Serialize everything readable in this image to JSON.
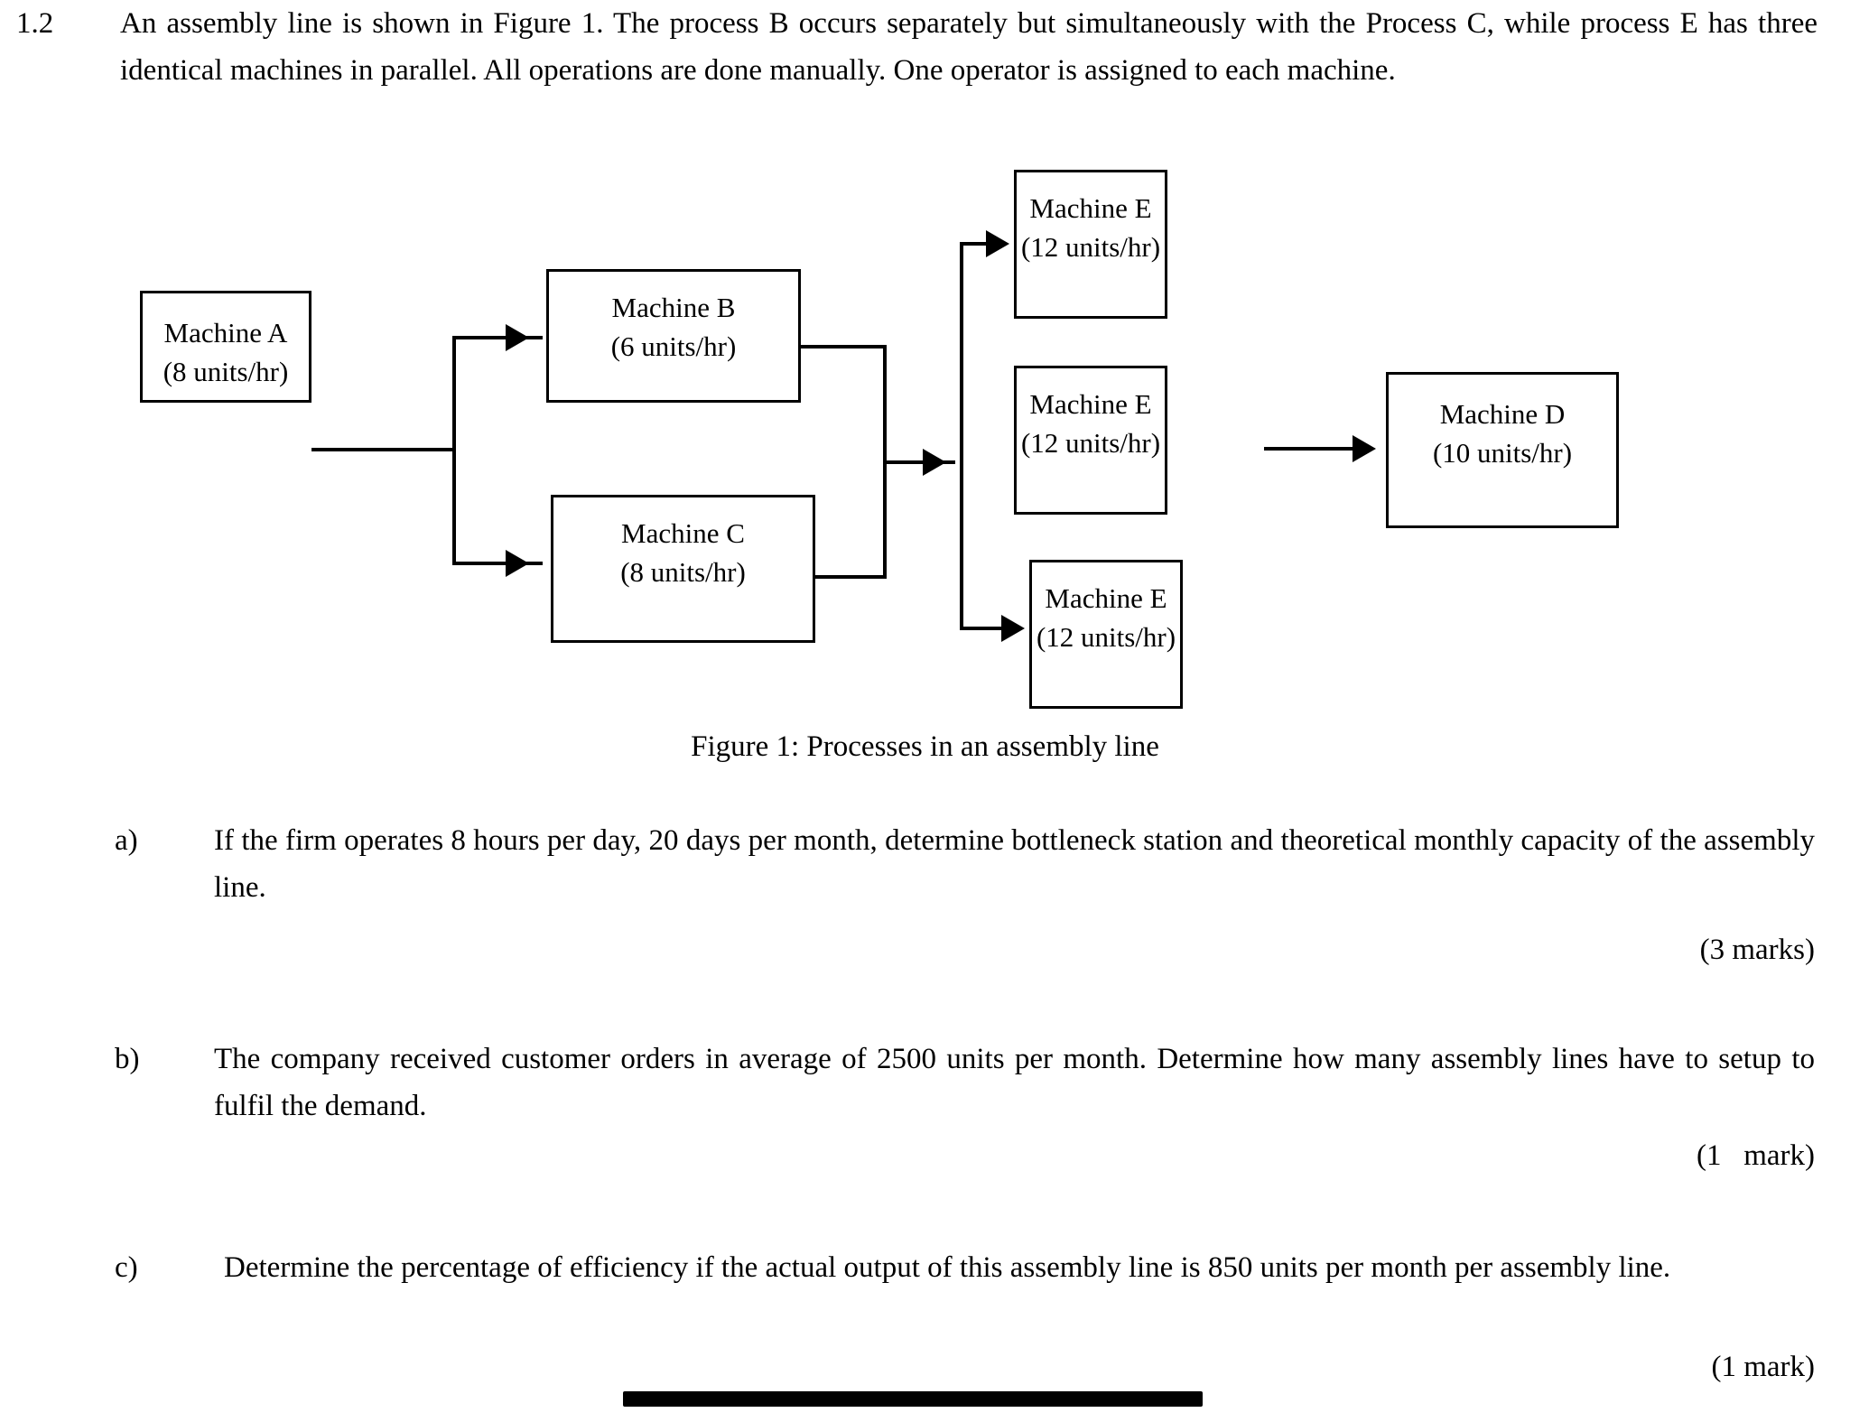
{
  "question": {
    "number": "1.2",
    "body": "An assembly line is shown in Figure 1. The process B occurs separately but simultaneously with the Process C, while process E has three identical machines in parallel. All operations are done manually. One operator is assigned to each machine."
  },
  "figure": {
    "caption": "Figure 1: Processes in an assembly line",
    "boxes": [
      {
        "id": "machine-a",
        "name": "Machine A",
        "rate": "(8 units/hr)"
      },
      {
        "id": "machine-b",
        "name": "Machine B",
        "rate": "(6 units/hr)"
      },
      {
        "id": "machine-c",
        "name": "Machine C",
        "rate": "(8 units/hr)"
      },
      {
        "id": "machine-e-top",
        "name": "Machine E",
        "rate": "(12 units/hr)"
      },
      {
        "id": "machine-e-middle",
        "name": "Machine E",
        "rate": "(12 units/hr)"
      },
      {
        "id": "machine-e-bottom",
        "name": "Machine E",
        "rate": "(12 units/hr)"
      },
      {
        "id": "machine-d",
        "name": "Machine D",
        "rate": "(10 units/hr)"
      }
    ]
  },
  "parts": [
    {
      "label": "a)",
      "text": "If the firm operates 8 hours per day, 20 days per month, determine bottleneck station and theoretical monthly capacity of the assembly line.",
      "marks": "(3 marks)"
    },
    {
      "label": "b)",
      "text": "The company received customer orders in average of 2500 units per month. Determine how many assembly lines have to setup to fulfil the demand.",
      "marks": "(1   mark)"
    },
    {
      "label": "c)",
      "text": "Determine the percentage of efficiency if the actual output of this assembly line is 850 units per month per assembly line.",
      "marks": "(1 mark)"
    }
  ]
}
